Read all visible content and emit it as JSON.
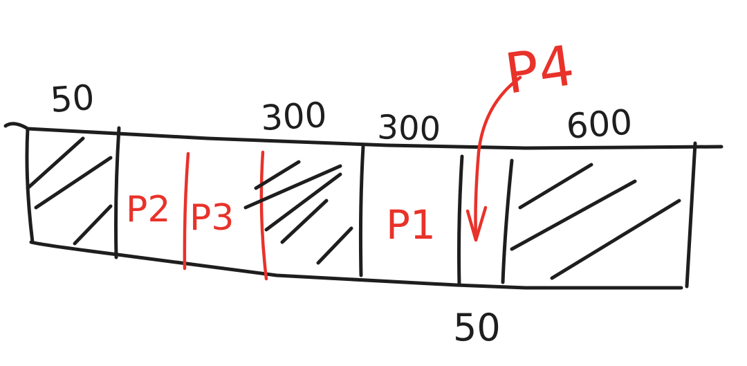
{
  "colors": {
    "ink": "#1e1e1e",
    "accent": "#e8322a",
    "background": "#ffffff"
  },
  "top_labels": {
    "hole_1_size": "50",
    "hole_3_size_a": "300",
    "partition_p1_size": "300",
    "hole_5_size": "600"
  },
  "bottom_labels": {
    "hole_4_size": "50"
  },
  "processes": {
    "p1": "P1",
    "p2": "P2",
    "p3": "P3",
    "p4": "P4"
  }
}
